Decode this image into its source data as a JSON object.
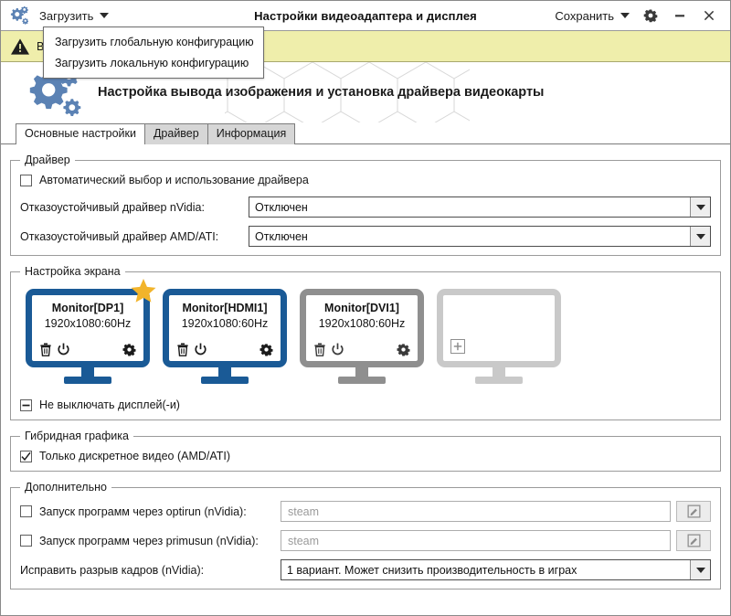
{
  "window": {
    "title": "Настройки видеоадаптера и дисплея",
    "app_icon": "gears-icon",
    "load_menu_label": "Загрузить",
    "save_menu_label": "Сохранить",
    "settings_icon": "gear-icon",
    "minimize_icon": "minimize-icon",
    "close_icon": "close-icon"
  },
  "dropdown": {
    "open": true,
    "items": [
      {
        "label": "Загрузить глобальную конфигурацию"
      },
      {
        "label": "Загрузить локальную конфигурацию"
      }
    ]
  },
  "warning": {
    "icon": "warning-triangle-icon",
    "text": "В",
    "background": "#efeeab"
  },
  "banner": {
    "icon": "gears-icon",
    "title": "Настройка вывода изображения и установка драйвера видеокарты"
  },
  "tabs": [
    {
      "label": "Основные настройки",
      "active": true
    },
    {
      "label": "Драйвер",
      "active": false
    },
    {
      "label": "Информация",
      "active": false
    }
  ],
  "driver_group": {
    "legend": "Драйвер",
    "auto_checkbox": {
      "label": "Автоматический выбор и использование драйвера",
      "state": "unchecked"
    },
    "nvidia": {
      "label": "Отказоустойчивый драйвер nVidia:",
      "value": "Отключен"
    },
    "amd": {
      "label": "Отказоустойчивый драйвер AMD/ATI:",
      "value": "Отключен"
    }
  },
  "screen_group": {
    "legend": "Настройка экрана",
    "monitors": [
      {
        "name": "Monitor[DP1]",
        "resolution": "1920x1080:60Hz",
        "primary": true,
        "enabled": true,
        "color": "#1a5a96",
        "icons": [
          "trash-icon",
          "power-icon",
          "gear-icon"
        ]
      },
      {
        "name": "Monitor[HDMI1]",
        "resolution": "1920x1080:60Hz",
        "primary": false,
        "enabled": true,
        "color": "#1a5a96",
        "icons": [
          "trash-icon",
          "power-icon",
          "gear-icon"
        ]
      },
      {
        "name": "Monitor[DVI1]",
        "resolution": "1920x1080:60Hz",
        "primary": false,
        "enabled": false,
        "color": "#8f8f8f",
        "icons": [
          "trash-icon",
          "power-icon",
          "gear-icon"
        ]
      },
      {
        "name": "",
        "resolution": "",
        "primary": false,
        "enabled": false,
        "color": "#c9c9c9",
        "icons": [
          "plus-icon"
        ]
      }
    ],
    "keep_on_checkbox": {
      "label": "Не выключать дисплей(-и)",
      "state": "indeterminate"
    }
  },
  "hybrid_group": {
    "legend": "Гибридная графика",
    "discrete_checkbox": {
      "label": "Только дискретное видео (AMD/ATI)",
      "state": "checked"
    }
  },
  "extra_group": {
    "legend": "Дополнительно",
    "optirun": {
      "label": "Запуск программ через optirun (nVidia):",
      "state": "unchecked",
      "placeholder": "steam",
      "value": "",
      "edit_icon": "edit-icon"
    },
    "primusrun": {
      "label": "Запуск программ через primusun (nVidia):",
      "state": "unchecked",
      "placeholder": "steam",
      "value": "",
      "edit_icon": "edit-icon"
    },
    "tearfix": {
      "label": "Исправить разрыв кадров (nVidia):",
      "value": "1 вариант. Может снизить производительность в играх"
    }
  }
}
